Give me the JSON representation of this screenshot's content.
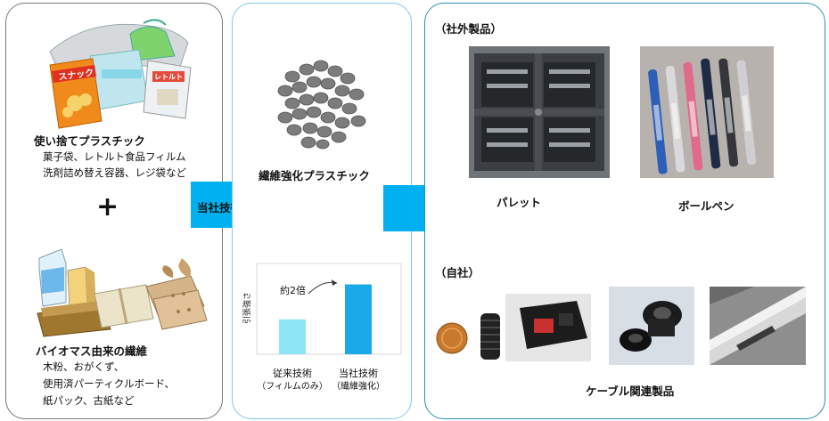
{
  "left": {
    "plastic_title": "使い捨てプラスチック",
    "plastic_lines": [
      "菓子袋、レトルト食品フィルム",
      "洗剤詰め替え容器、レジ袋など"
    ],
    "plus": "+",
    "biomass_title": "バイオマス由来の繊維",
    "biomass_lines": [
      "木粉、おがくず、",
      "使用済パーティクルボード、",
      "紙パック、古紙など"
    ],
    "snack_bag_text": "スナック",
    "retort_label": "レトルト"
  },
  "arrow1": {
    "label": "当社技術"
  },
  "middle": {
    "pellet_title": "繊維強化プラスチック",
    "chart_annotation": "約2倍"
  },
  "chart_data": {
    "type": "bar",
    "categories": [
      "従来技術\n（フィルムのみ）",
      "当社技術\n（繊維強化）"
    ],
    "category_lines": [
      [
        "従来技術",
        "（フィルムのみ）"
      ],
      [
        "当社技術",
        "（繊維強化）"
      ]
    ],
    "values": [
      1,
      2
    ],
    "ylabel": "引張強さ",
    "ylim": [
      0,
      2.6
    ],
    "colors": [
      "#8ee6f5",
      "#1aa9e8"
    ],
    "annotation": "約2倍"
  },
  "right": {
    "external_heading": "（社外製品）",
    "pallet_label": "パレット",
    "pen_label": "ボールペン",
    "internal_heading": "（自社）",
    "cable_label": "ケーブル関連製品"
  },
  "colors": {
    "arrow": "#00b0f0",
    "accent": "#1aa9e8"
  }
}
